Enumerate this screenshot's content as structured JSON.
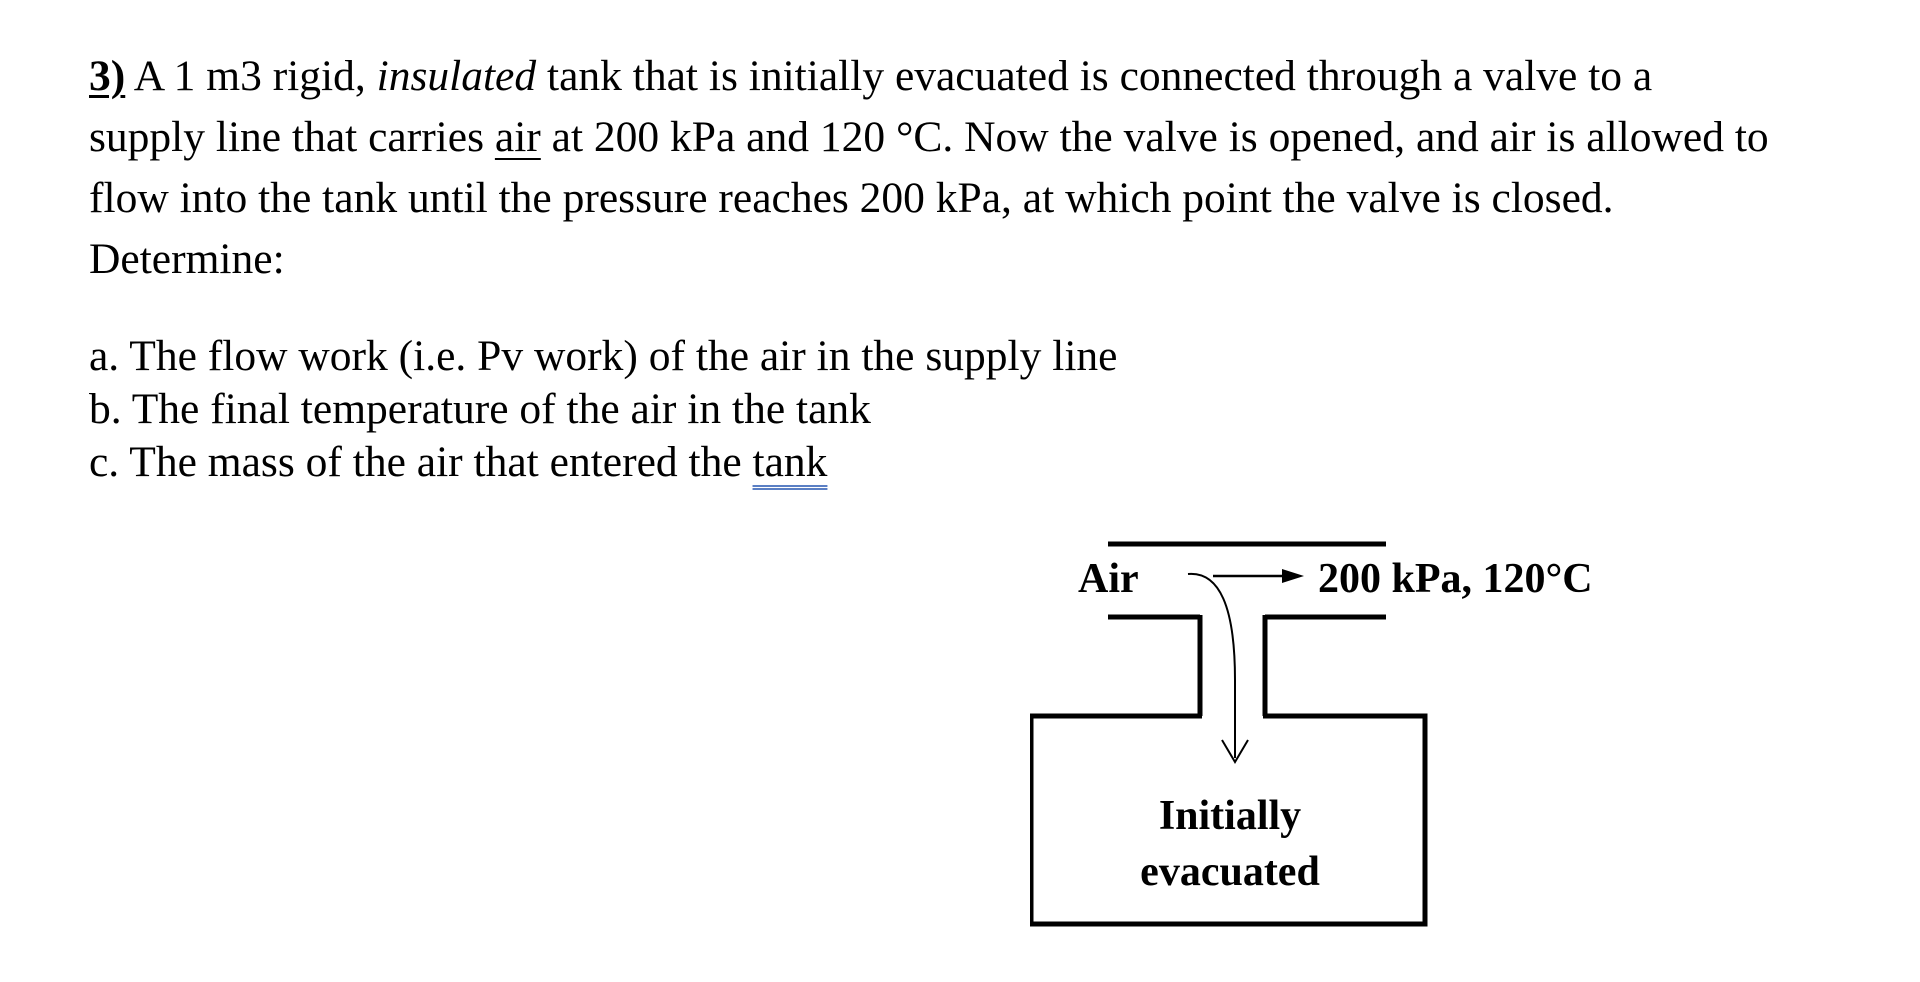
{
  "problem": {
    "number": "3)",
    "lines": {
      "l1_a": " A 1 m3 rigid, ",
      "l1_italic": "insulated",
      "l1_b": " tank that is initially evacuated is connected through a valve to a",
      "l2_a": "supply line that carries ",
      "l2_underlined": "air",
      "l2_b": " at 200 kPa and 120 °C. Now the valve is opened, and air is allowed to",
      "l3": "flow into the tank until the pressure reaches 200 kPa, at which point the valve is closed.",
      "l4": "Determine:"
    }
  },
  "items": {
    "a": "a. The flow work (i.e. Pv work) of the air in the supply line",
    "b": "b. The final temperature of the air in the tank",
    "c_text": "c. The mass of the air that entered the ",
    "c_underlined": "tank"
  },
  "diagram": {
    "inlet_label": "Air",
    "condition_label": "200 kPa, 120°C",
    "tank_line1": "Initially",
    "tank_line2": "evacuated"
  }
}
